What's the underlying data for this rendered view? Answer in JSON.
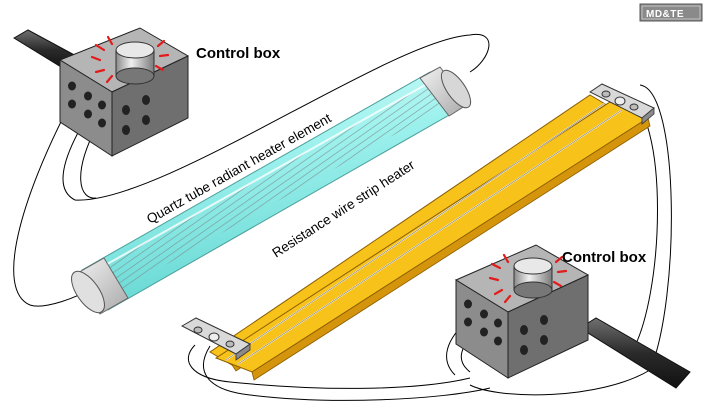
{
  "labels": {
    "control_box_top": "Control box",
    "control_box_bottom": "Control box",
    "quartz_tube": "Quartz tube radiant heater element",
    "strip_heater": "Resistance wire strip heater"
  },
  "logo": "MD&TE",
  "colors": {
    "box_top": "#b5b5b5",
    "box_front": "#8c8c8c",
    "box_side": "#6f6f6f",
    "knob": "#d0d0d0",
    "heat_marks": "#e41b1b",
    "quartz_glow": "#9ff2ee",
    "strip_yellow": "#f7c21a",
    "strip_dark": "#d4940c",
    "cable": "#3a3a3a",
    "wire": "#000000"
  },
  "icons": [
    "knob-icon",
    "heat-indicator-icon",
    "terminal-socket-icon",
    "power-cable-icon"
  ]
}
